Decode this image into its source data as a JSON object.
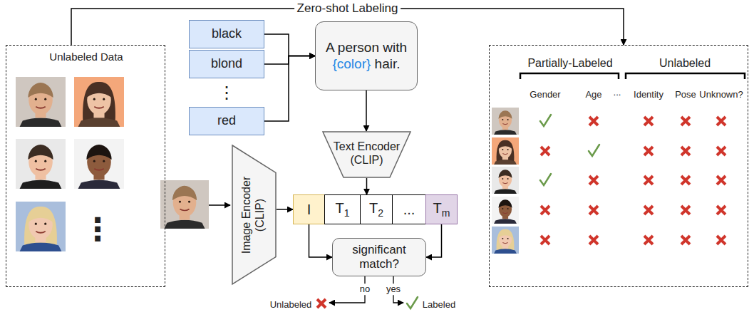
{
  "diagram": {
    "nodes": [
      {
        "text": [
          "Unlabeled Data"
        ]
      },
      {
        "text": [
          "black"
        ]
      },
      {
        "text": [
          "blond"
        ]
      },
      {
        "text": [
          "red"
        ]
      },
      {
        "text": [
          "A person with {color} hair."
        ]
      },
      {
        "text": [
          "Text Encoder (CLIP)"
        ]
      },
      {
        "text": [
          "Image Encoder (CLIP)"
        ]
      },
      {
        "text": [
          "I"
        ]
      },
      {
        "text": [
          "T1"
        ]
      },
      {
        "text": [
          "T2"
        ]
      },
      {
        "text": [
          "..."
        ]
      },
      {
        "text": [
          "Tm"
        ]
      },
      {
        "text": [
          "significant match?"
        ]
      },
      {
        "text": [
          "Partially-Labeled",
          "Unlabeled"
        ]
      }
    ],
    "edges": [
      {
        "from": 0,
        "to": 13,
        "arrow": "to",
        "label": "Zero-shot Labeling"
      },
      {
        "from": 1,
        "to": 4,
        "arrow": "to"
      },
      {
        "from": 2,
        "to": 4,
        "arrow": "to"
      },
      {
        "from": 3,
        "to": 4,
        "arrow": "to"
      },
      {
        "from": 4,
        "to": 5,
        "arrow": "to"
      },
      {
        "from": 5,
        "to": 9,
        "arrow": "to"
      },
      {
        "from": 6,
        "to": 7,
        "arrow": "to"
      },
      {
        "from": 7,
        "to": 12,
        "arrow": "to"
      },
      {
        "from": 11,
        "to": 12,
        "arrow": "to"
      }
    ],
    "labels": [
      "⋮",
      "⋮",
      "Gender",
      "Age",
      "...",
      "Identity",
      "Pose",
      "Unknown?",
      "no",
      "yes",
      "Unlabeled",
      "Labeled"
    ]
  }
}
